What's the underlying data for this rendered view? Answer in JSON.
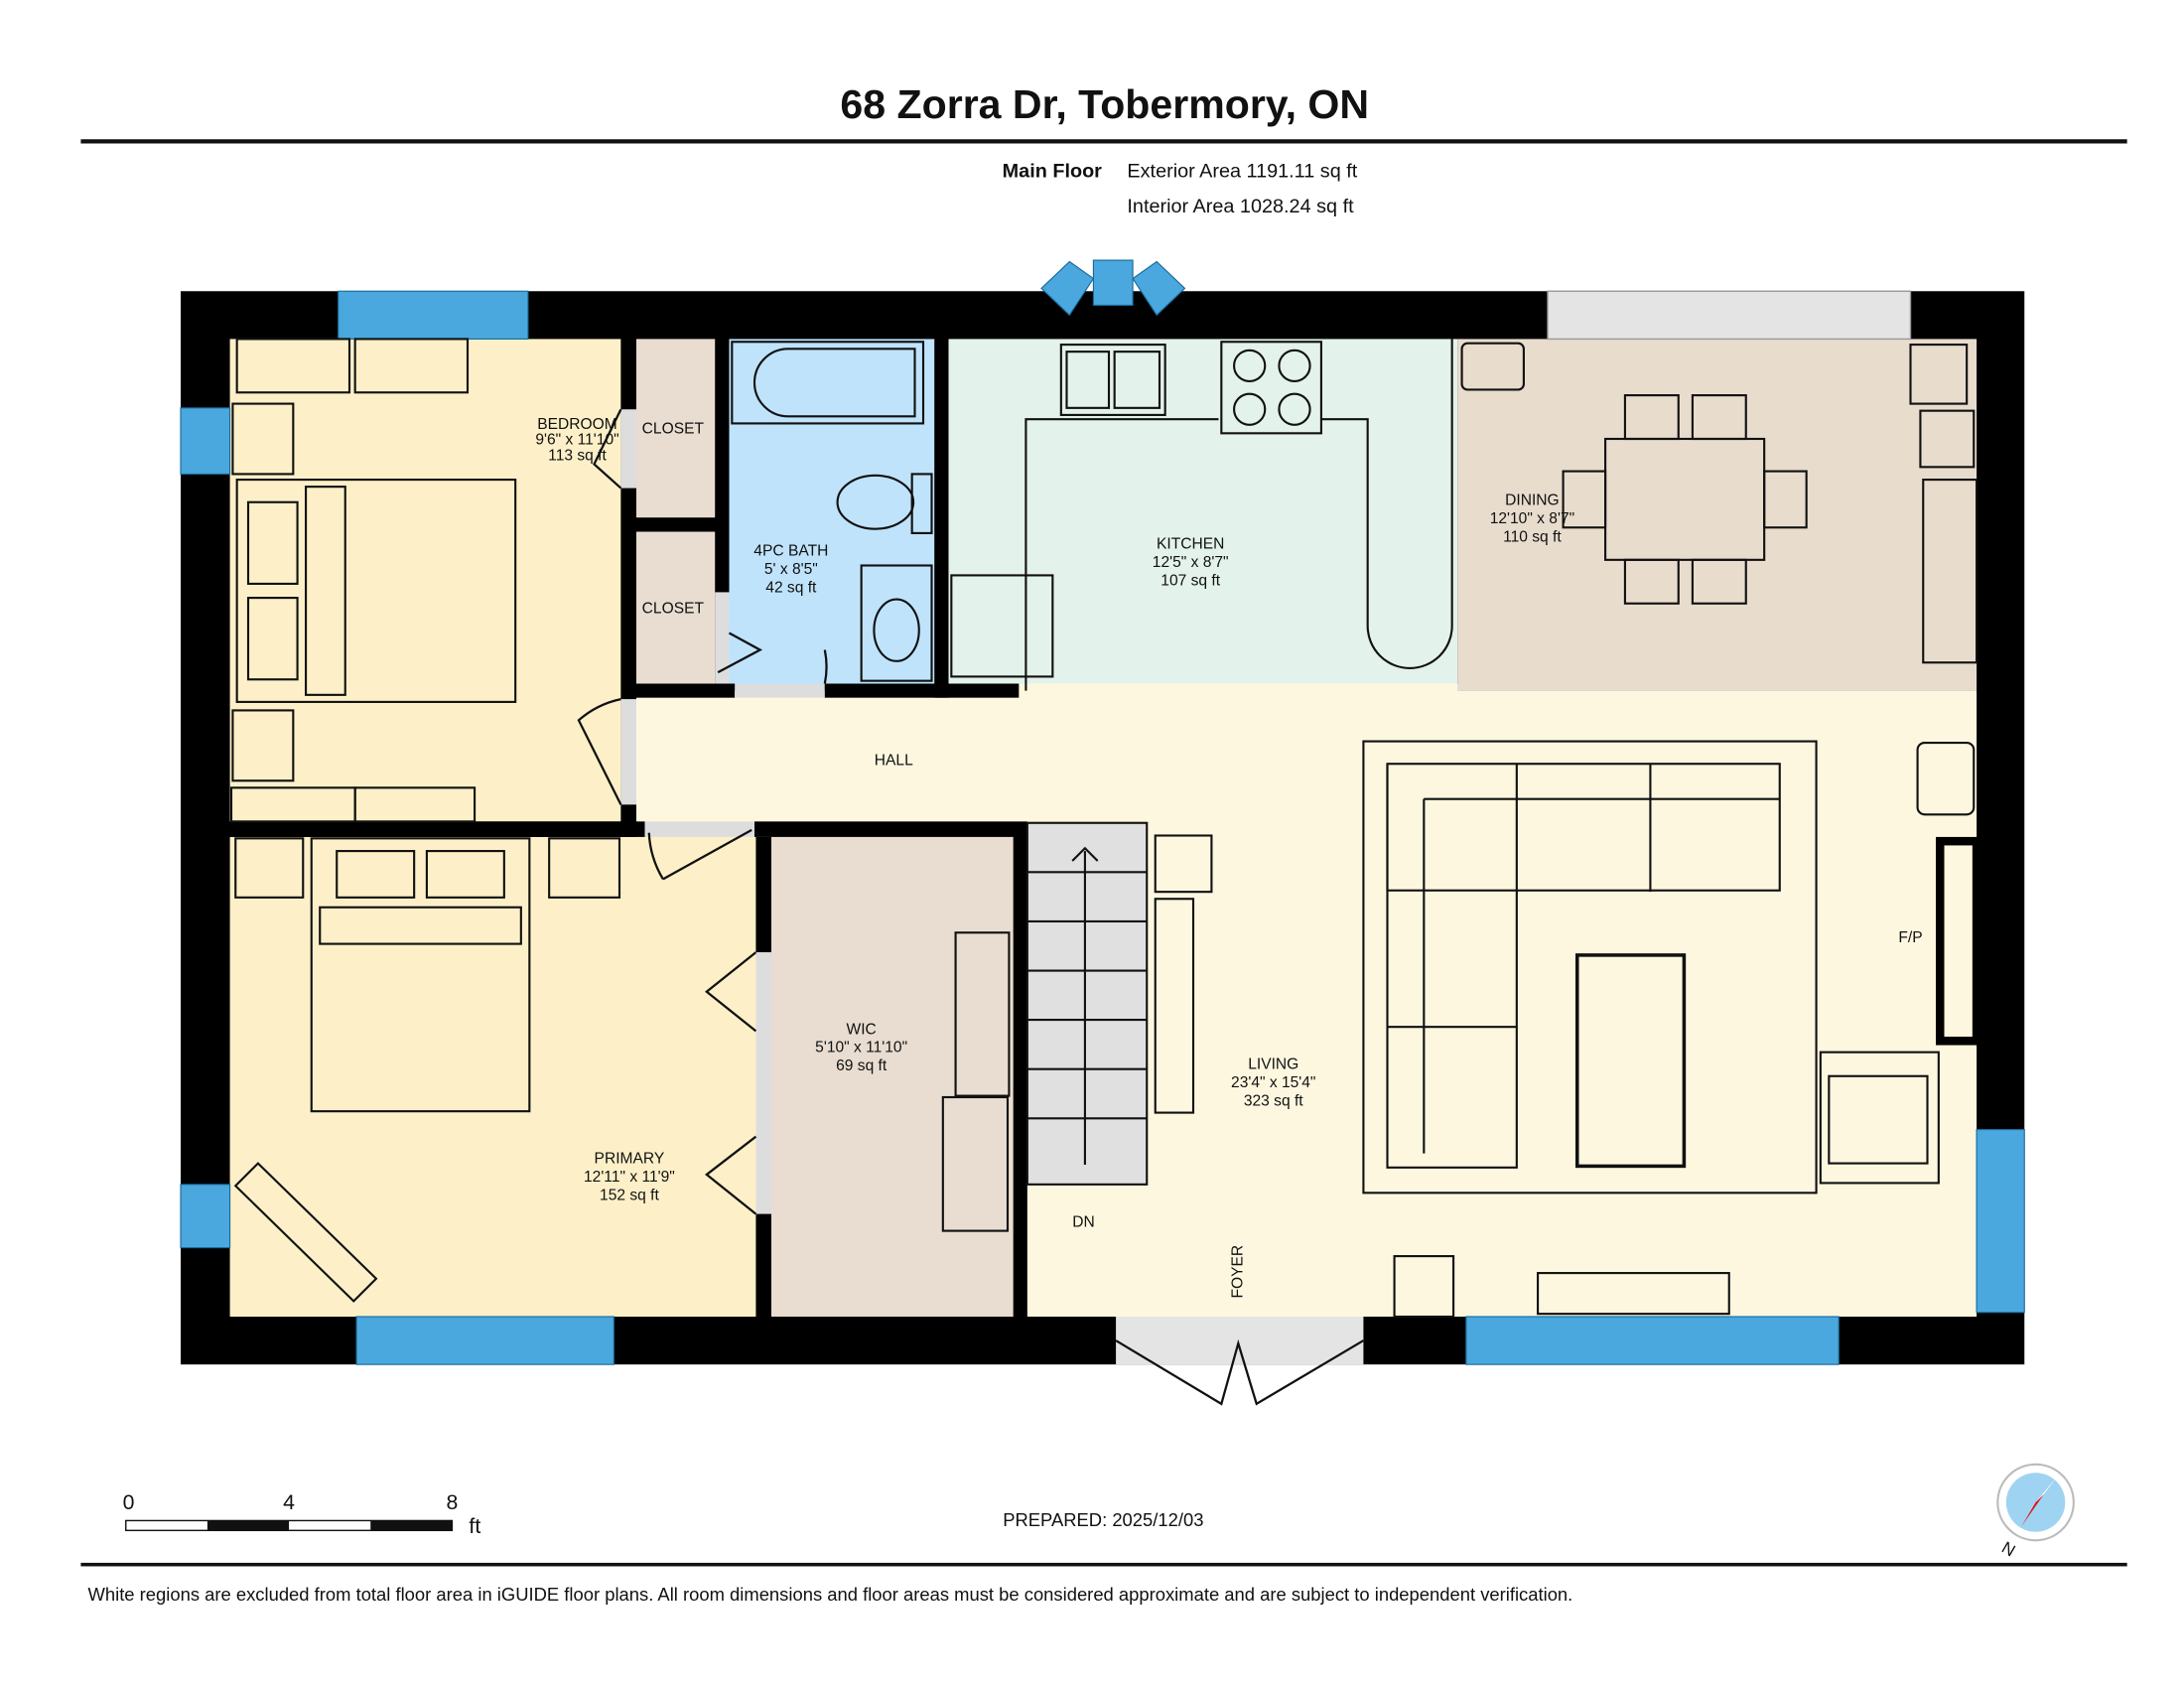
{
  "header": {
    "title": "68 Zorra Dr, Tobermory, ON",
    "floor": "Main Floor",
    "exterior_area": "Exterior Area 1191.11 sq ft",
    "interior_area": "Interior Area 1028.24 sq ft"
  },
  "rooms": {
    "bedroom": {
      "name": "BEDROOM",
      "dims": "9'6\" x 11'10\"",
      "area": "113 sq ft"
    },
    "closet1": {
      "name": "CLOSET"
    },
    "closet2": {
      "name": "CLOSET"
    },
    "bath": {
      "name": "4PC BATH",
      "dims": "5' x 8'5\"",
      "area": "42 sq ft"
    },
    "kitchen": {
      "name": "KITCHEN",
      "dims": "12'5\" x 8'7\"",
      "area": "107 sq ft"
    },
    "dining": {
      "name": "DINING",
      "dims": "12'10\" x 8'7\"",
      "area": "110 sq ft"
    },
    "hall": {
      "name": "HALL"
    },
    "primary": {
      "name": "PRIMARY",
      "dims": "12'11\" x 11'9\"",
      "area": "152 sq ft"
    },
    "wic": {
      "name": "WIC",
      "dims": "5'10\" x 11'10\"",
      "area": "69 sq ft"
    },
    "living": {
      "name": "LIVING",
      "dims": "23'4\" x 15'4\"",
      "area": "323 sq ft"
    },
    "foyer": {
      "name": "FOYER"
    },
    "fireplace": {
      "name": "F/P"
    },
    "stairs": {
      "name": "DN"
    }
  },
  "scale": {
    "labels": [
      "0",
      "4",
      "8"
    ],
    "unit": "ft"
  },
  "prepared": "PREPARED: 2025/12/03",
  "compass": {
    "label": "N"
  },
  "footer": "White regions are excluded from total floor area in iGUIDE floor plans. All room dimensions and floor areas must be considered approximate and are subject to independent verification.",
  "colors": {
    "wall": "#000000",
    "window": "#4aa8de",
    "bedroom": "#fdf0c8",
    "bath": "#bfe3fb",
    "kitchen": "#e3f2ea",
    "dining": "#e8dccd",
    "living": "#fef7e0"
  }
}
